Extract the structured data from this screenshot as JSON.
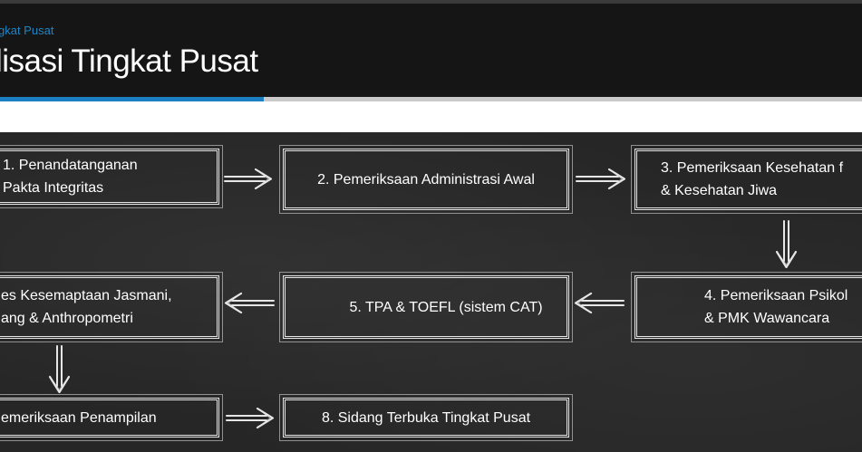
{
  "breadcrumb": "gkat Pusat",
  "page_title": "lisasi Tingkat Pusat",
  "steps": [
    {
      "label": "1. Penandatanganan Pakta Integritas",
      "lines": [
        "1. Penandatanganan",
        "Pakta Integritas"
      ]
    },
    {
      "label": "2. Pemeriksaan Administrasi Awal",
      "lines": [
        "2. Pemeriksaan Administrasi Awal"
      ]
    },
    {
      "label": "3. Pemeriksaan Kesehatan f & Kesehatan Jiwa",
      "lines": [
        "3. Pemeriksaan Kesehatan f",
        "& Kesehatan Jiwa"
      ]
    },
    {
      "label": "4. Pemeriksaan Psikol & PMK Wawancara",
      "lines": [
        "4. Pemeriksaan Psikol",
        "& PMK Wawancara"
      ]
    },
    {
      "label": "5. TPA & TOEFL (sistem CAT)",
      "lines": [
        "5. TPA & TOEFL (sistem CAT)"
      ]
    },
    {
      "label": "es Kesemaptaan Jasmani, ang & Anthropometri",
      "lines": [
        "es Kesemaptaan Jasmani,",
        "ang & Anthropometri"
      ]
    },
    {
      "label": "emeriksaan Penampilan",
      "lines": [
        "emeriksaan Penampilan"
      ]
    },
    {
      "label": "8. Sidang Terbuka Tingkat Pusat",
      "lines": [
        "8. Sidang Terbuka Tingkat Pusat"
      ]
    }
  ],
  "colors": {
    "header_bg": "#151515",
    "accent": "#1b7fc1",
    "board_bg": "#262626",
    "chalk": "#e6e6e6"
  },
  "icons": [
    "arrow-right-icon",
    "arrow-down-icon",
    "arrow-left-icon"
  ]
}
